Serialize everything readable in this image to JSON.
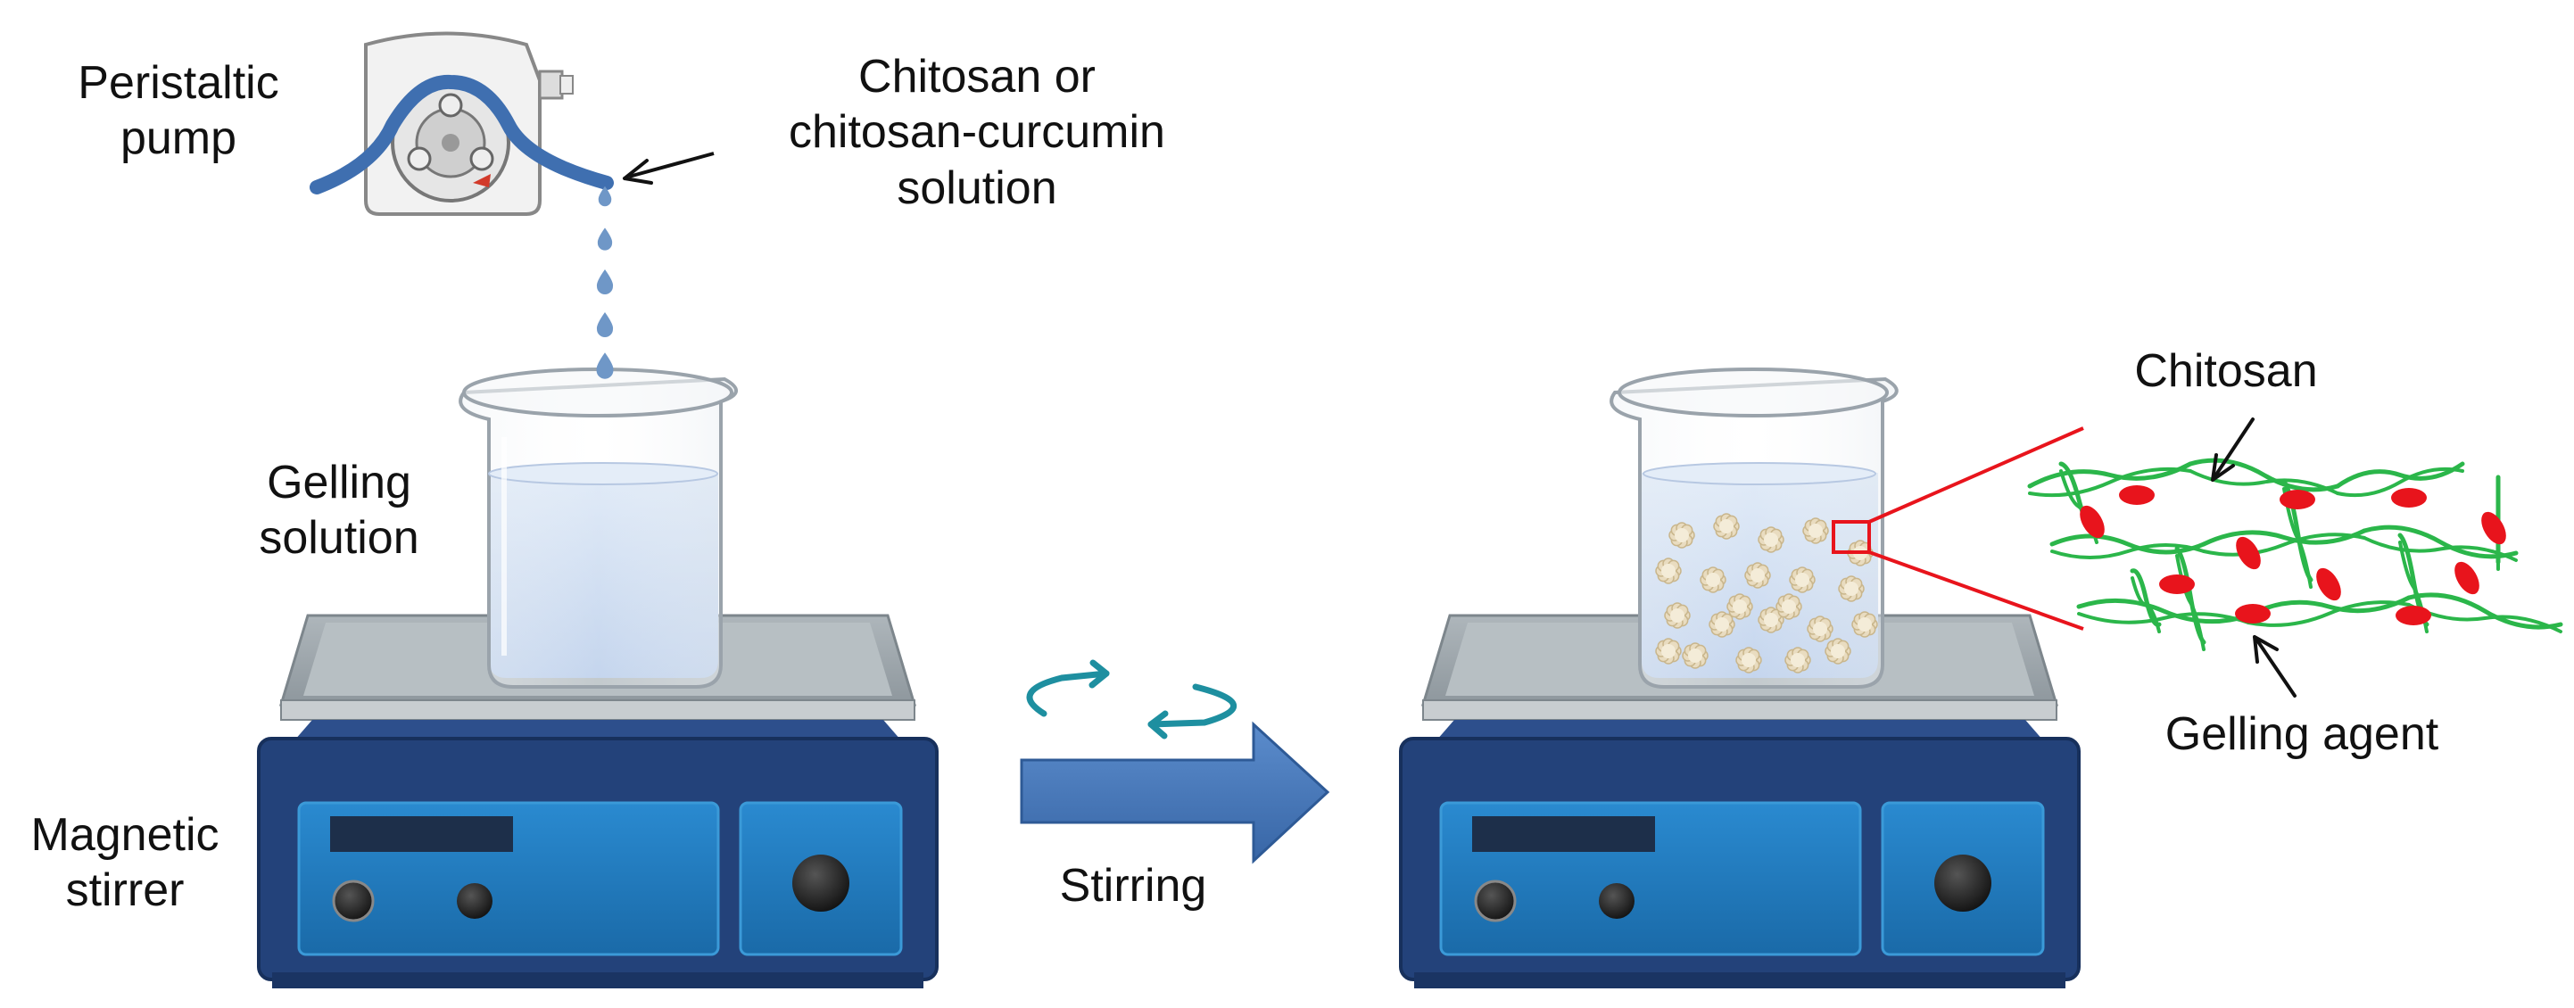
{
  "labels": {
    "pump": [
      "Peristaltic",
      "pump"
    ],
    "solution": [
      "Chitosan or",
      "chitosan-curcumin",
      "solution"
    ],
    "gelling_solution": [
      "Gelling",
      "solution"
    ],
    "magnetic_stirrer": [
      "Magnetic",
      "stirrer"
    ],
    "stirring": "Stirring",
    "chitosan": "Chitosan",
    "gelling_agent": "Gelling agent"
  },
  "colors": {
    "stirrer_body": "#23427a",
    "stirrer_panel": "#1f7bbf",
    "plate": "#9aa3a8",
    "liquid": "#c9d9f0",
    "tubing": "#3f6fb0",
    "drop": "#6f97c7",
    "arrow": "#3d6fae",
    "rotation": "#1e8fa0",
    "chitosan_chain": "#2bb64a",
    "gelling_agent": "#e8141c",
    "zoom_line": "#e8141c",
    "bead": "#e9dcc0"
  },
  "icons": [
    "peristaltic-pump-icon",
    "beaker-icon",
    "magnetic-stirrer-icon",
    "rotation-arrows-icon",
    "process-arrow-icon"
  ]
}
